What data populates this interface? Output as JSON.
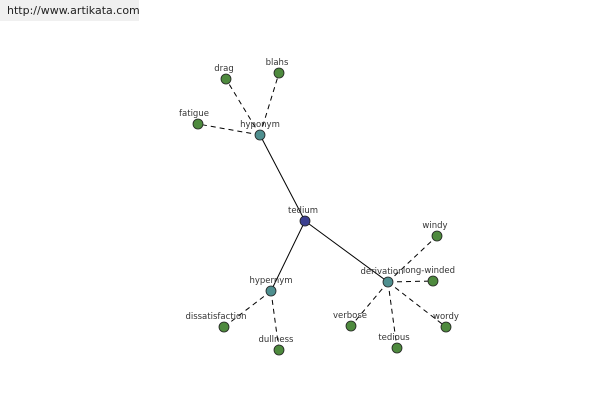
{
  "header": {
    "url": "http://www.artikata.com"
  },
  "colors": {
    "center": "#3b3f8f",
    "relation": "#4f8f8f",
    "leaf": "#4e8a3e"
  },
  "graph": {
    "nodes": [
      {
        "id": "tedium",
        "label": "tedium",
        "kind": "center"
      },
      {
        "id": "hyponym",
        "label": "hyponym",
        "kind": "relation"
      },
      {
        "id": "hypernym",
        "label": "hypernym",
        "kind": "relation"
      },
      {
        "id": "derivation",
        "label": "derivation",
        "kind": "relation"
      },
      {
        "id": "drag",
        "label": "drag",
        "kind": "leaf"
      },
      {
        "id": "blahs",
        "label": "blahs",
        "kind": "leaf"
      },
      {
        "id": "fatigue",
        "label": "fatigue",
        "kind": "leaf"
      },
      {
        "id": "dissatisfaction",
        "label": "dissatisfaction",
        "kind": "leaf"
      },
      {
        "id": "dullness",
        "label": "dullness",
        "kind": "leaf"
      },
      {
        "id": "windy",
        "label": "windy",
        "kind": "leaf"
      },
      {
        "id": "long-winded",
        "label": "long-winded",
        "kind": "leaf"
      },
      {
        "id": "verbose",
        "label": "verbose",
        "kind": "leaf"
      },
      {
        "id": "tedious",
        "label": "tedious",
        "kind": "leaf"
      },
      {
        "id": "wordy",
        "label": "wordy",
        "kind": "leaf"
      }
    ],
    "edges": [
      {
        "from": "tedium",
        "to": "hyponym",
        "style": "solid"
      },
      {
        "from": "tedium",
        "to": "hypernym",
        "style": "solid"
      },
      {
        "from": "tedium",
        "to": "derivation",
        "style": "solid"
      },
      {
        "from": "hyponym",
        "to": "drag",
        "style": "dashed"
      },
      {
        "from": "hyponym",
        "to": "blahs",
        "style": "dashed"
      },
      {
        "from": "hyponym",
        "to": "fatigue",
        "style": "dashed"
      },
      {
        "from": "hypernym",
        "to": "dissatisfaction",
        "style": "dashed"
      },
      {
        "from": "hypernym",
        "to": "dullness",
        "style": "dashed"
      },
      {
        "from": "derivation",
        "to": "windy",
        "style": "dashed"
      },
      {
        "from": "derivation",
        "to": "long-winded",
        "style": "dashed"
      },
      {
        "from": "derivation",
        "to": "verbose",
        "style": "dashed"
      },
      {
        "from": "derivation",
        "to": "tedious",
        "style": "dashed"
      },
      {
        "from": "derivation",
        "to": "wordy",
        "style": "dashed"
      }
    ]
  }
}
